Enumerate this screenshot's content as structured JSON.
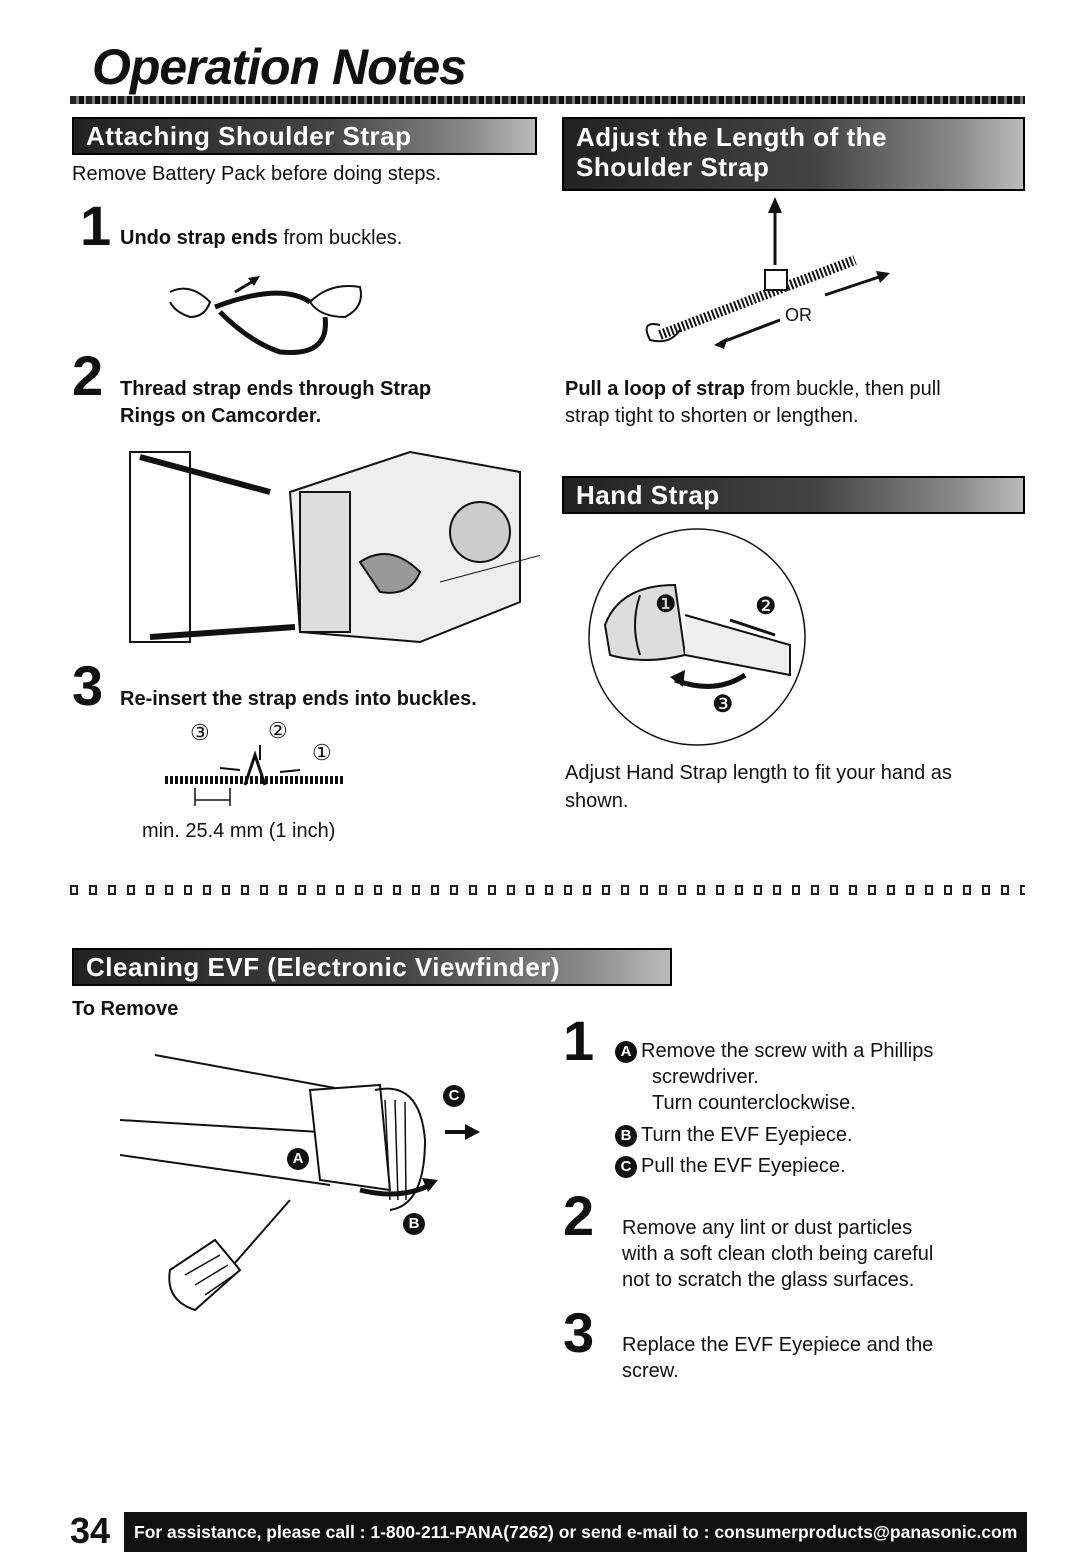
{
  "page_title": "Operation Notes",
  "section_attach": {
    "title": "Attaching Shoulder Strap",
    "intro": "Remove Battery Pack before doing steps.",
    "step1_num": "1",
    "step1_bold": "Undo strap ends",
    "step1_rest": " from buckles.",
    "step2_num": "2",
    "step2_line1": "Thread strap ends through Strap",
    "step2_line2": "Rings on Camcorder.",
    "step3_num": "3",
    "step3_text": "Re-insert the strap ends into buckles.",
    "buckle_labels": [
      "③",
      "②",
      "①"
    ],
    "measure": "min. 25.4 mm (1 inch)"
  },
  "section_adjust": {
    "title_line1": "Adjust the Length of the",
    "title_line2": "Shoulder Strap",
    "or_label": "OR",
    "bold": "Pull a loop of strap",
    "rest_line1": " from buckle, then pull",
    "line2": "strap tight to shorten or lengthen."
  },
  "section_hand": {
    "title": "Hand Strap",
    "callouts": [
      "❶",
      "❷",
      "❸"
    ],
    "text_line1": "Adjust Hand Strap length to fit your hand as",
    "text_line2": "shown."
  },
  "section_evf": {
    "title": "Cleaning EVF (Electronic Viewfinder)",
    "to_remove": "To Remove",
    "callout_a": "A",
    "callout_b": "B",
    "callout_c": "C",
    "step1_num": "1",
    "step1_a_line1": "Remove the screw with a Phillips",
    "step1_a_line2": "screwdriver.",
    "step1_a_line3": "Turn counterclockwise.",
    "step1_b": "Turn the EVF Eyepiece.",
    "step1_c": "Pull the EVF Eyepiece.",
    "step2_num": "2",
    "step2_line1": "Remove any lint or dust particles",
    "step2_line2": "with a soft clean cloth being careful",
    "step2_line3": "not to scratch the glass surfaces.",
    "step3_num": "3",
    "step3_line1": "Replace the EVF Eyepiece and the",
    "step3_line2": "screw."
  },
  "footer": {
    "page_number": "34",
    "assistance": "For assistance, please call : 1-800-211-PANA(7262) or send e-mail to : consumerproducts@panasonic.com"
  }
}
